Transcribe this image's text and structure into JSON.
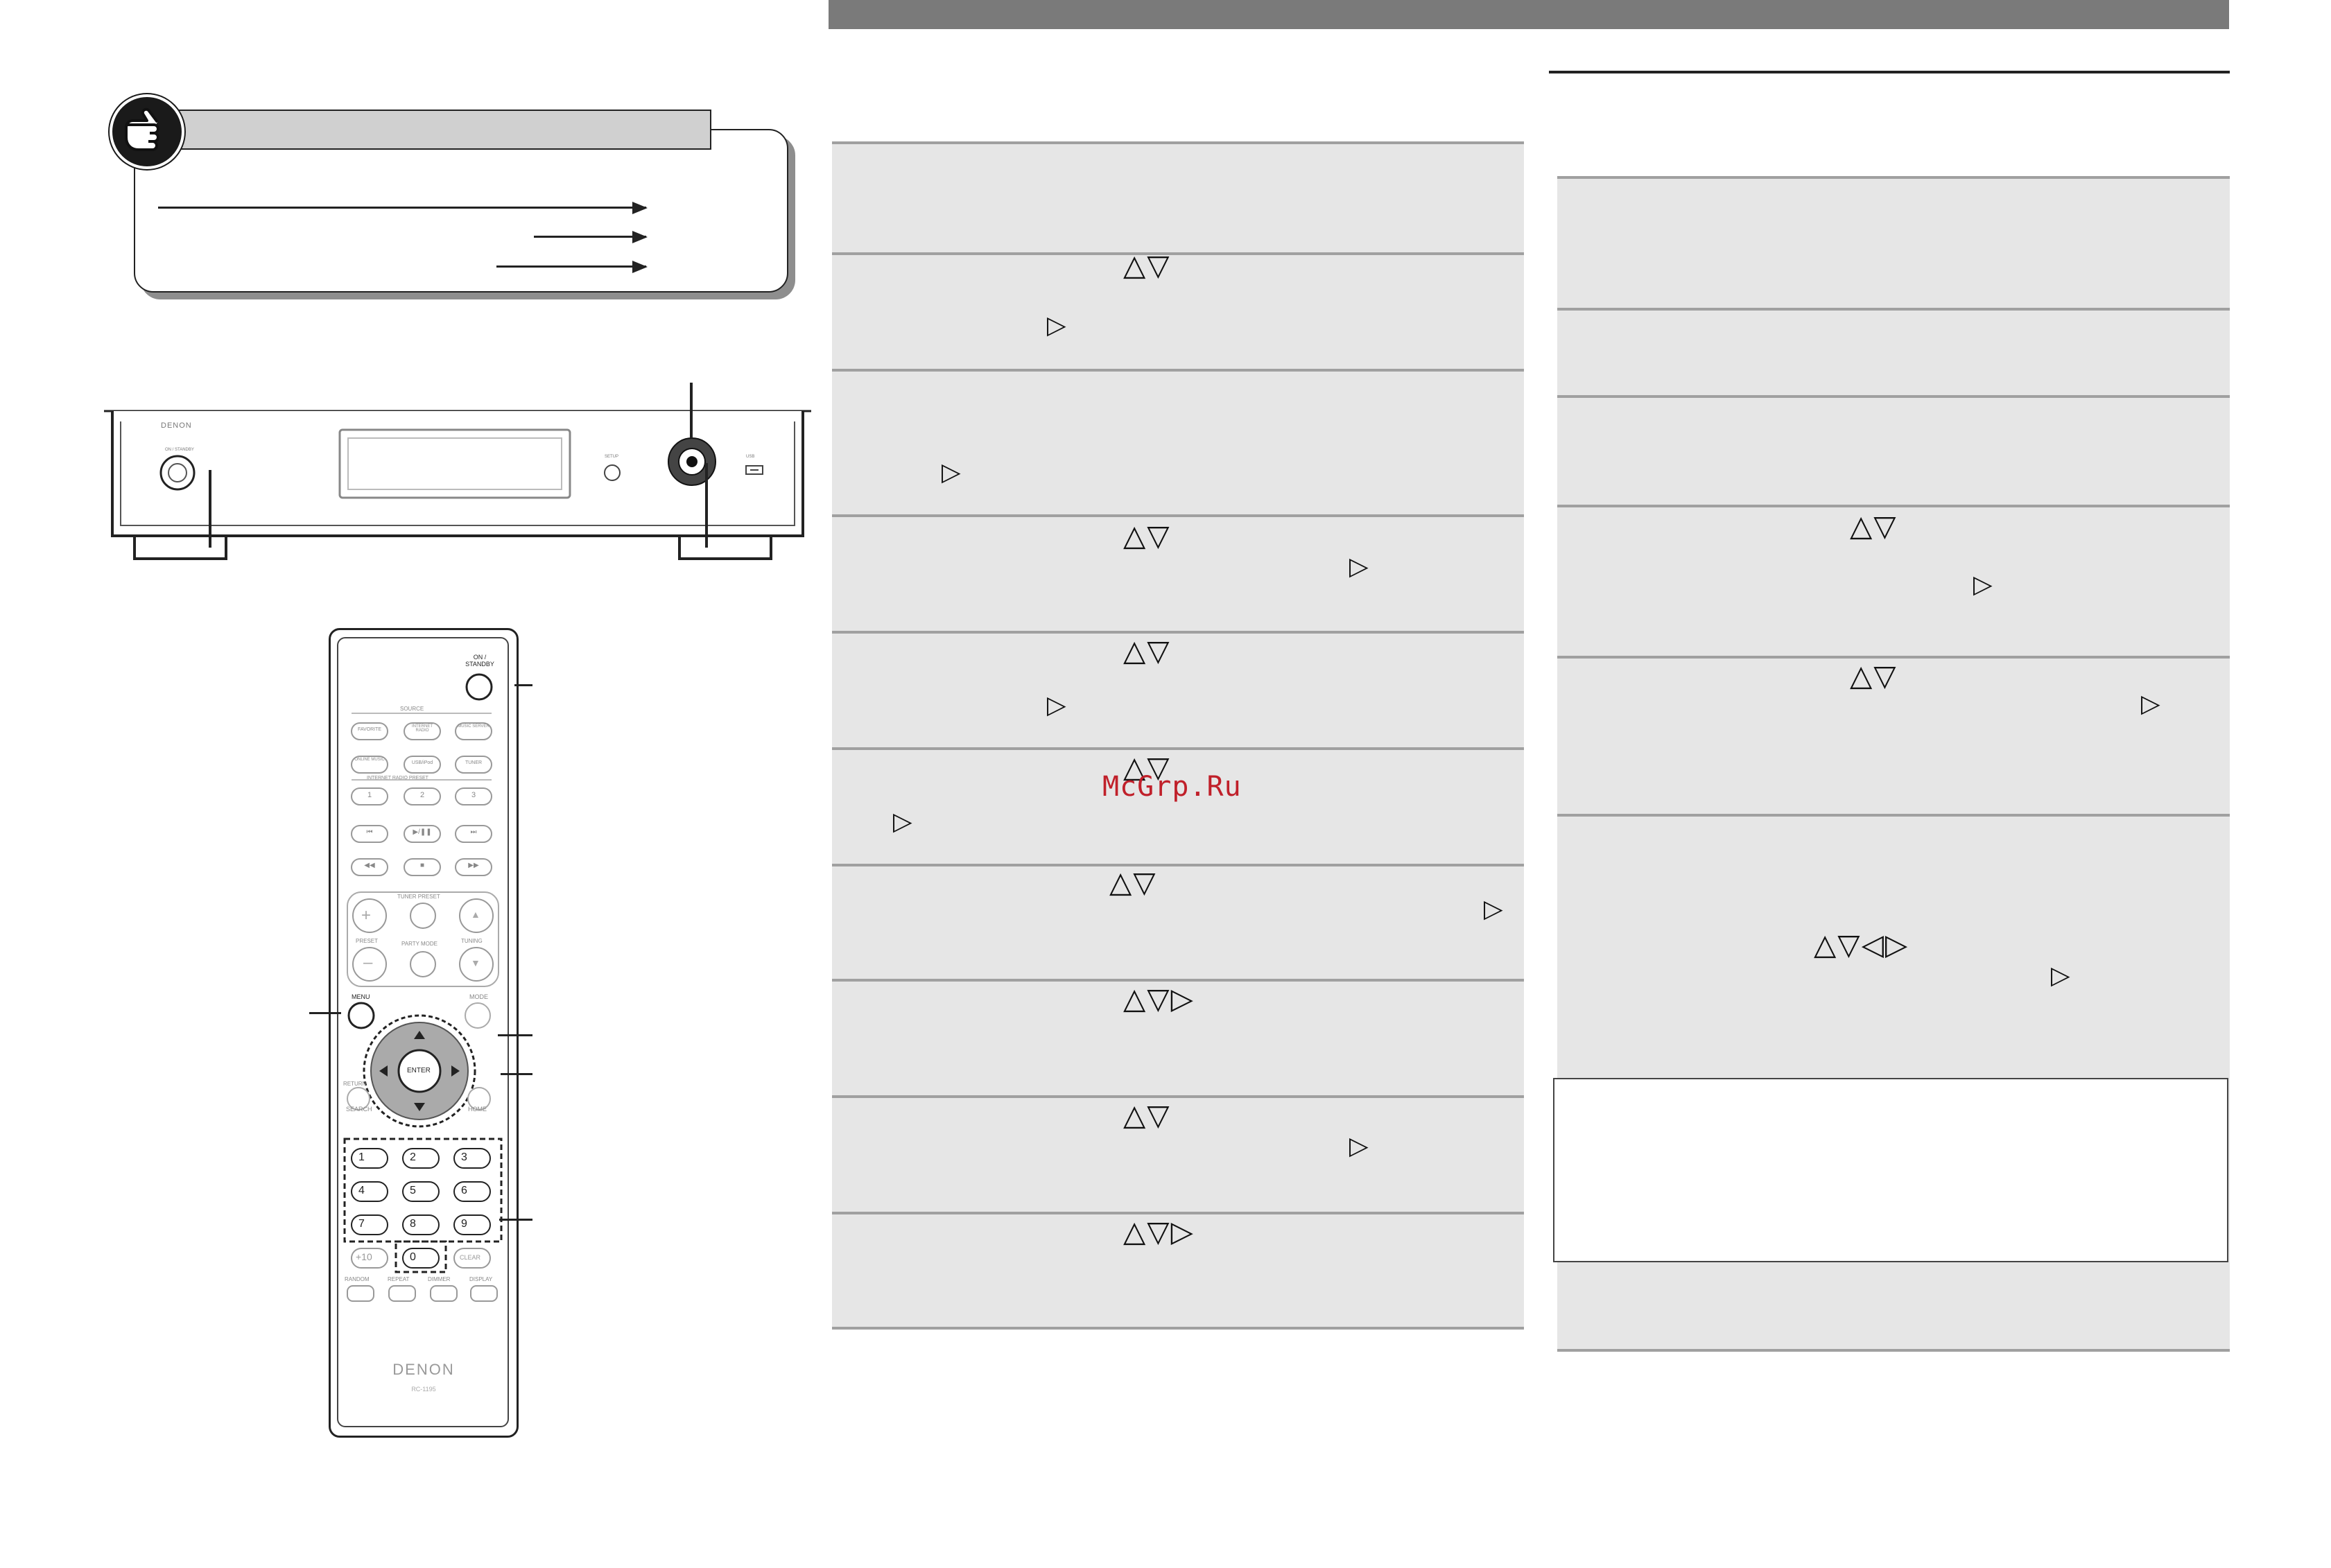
{
  "header": {
    "bar_color": "#7a7a7a"
  },
  "watermark": {
    "text": "McGrp.Ru",
    "color": "#c0202a"
  },
  "note": {
    "icon": "pointing-hand-icon"
  },
  "device": {
    "brand": "DENON",
    "front_labels": {
      "power": "ON / STANDBY",
      "setup": "SETUP",
      "usb": "USB"
    }
  },
  "remote": {
    "brand": "DENON",
    "model": "RC-1195",
    "top_button": "ON / STANDBY",
    "source_heading": "SOURCE",
    "source_buttons": [
      "FAVORITE",
      "INTERNET RADIO",
      "MUSIC SERVER",
      "ONLINE MUSIC",
      "USB/iPod",
      "TUNER"
    ],
    "preset_heading": "INTERNET RADIO PRESET",
    "presets": [
      "1",
      "2",
      "3"
    ],
    "transport": [
      "⏮",
      "▶/❚❚",
      "⏭",
      "◀◀",
      "■",
      "▶▶"
    ],
    "tuner_heading": "TUNER PRESET",
    "labels": {
      "preset": "PRESET",
      "party_mode": "PARTY MODE",
      "tuning": "TUNING",
      "menu": "MENU",
      "mode": "MODE",
      "return": "RETURN",
      "search": "SEARCH",
      "home": "HOME",
      "enter": "ENTER"
    },
    "numbers": [
      "1",
      "2",
      "3",
      "4",
      "5",
      "6",
      "7",
      "8",
      "9"
    ],
    "plus10": "+10",
    "zero": "0",
    "clear": "CLEAR",
    "bottom_buttons": [
      "RANDOM",
      "REPEAT",
      "DIMMER",
      "DISPLAY"
    ]
  },
  "left_steps": [
    {
      "glyphs": ""
    },
    {
      "glyphs": "△▽",
      "sub": "▷"
    },
    {
      "glyphs": "",
      "sub": "▷"
    },
    {
      "glyphs": "△▽",
      "sub": "▷"
    },
    {
      "glyphs": "△▽",
      "sub": "▷"
    },
    {
      "glyphs": "△▽",
      "sub": "▷"
    },
    {
      "glyphs": "△▽",
      "sub": "▷"
    },
    {
      "glyphs": "△▽▷"
    },
    {
      "glyphs": "△▽",
      "sub": "▷"
    },
    {
      "glyphs": "△▽▷"
    }
  ],
  "right_steps": [
    {
      "glyphs": ""
    },
    {
      "glyphs": ""
    },
    {
      "glyphs": ""
    },
    {
      "glyphs": "△▽",
      "sub": "▷"
    },
    {
      "glyphs": "△▽",
      "sub": "▷"
    },
    {
      "glyphs": "△▽◁▷",
      "sub": "▷"
    }
  ]
}
